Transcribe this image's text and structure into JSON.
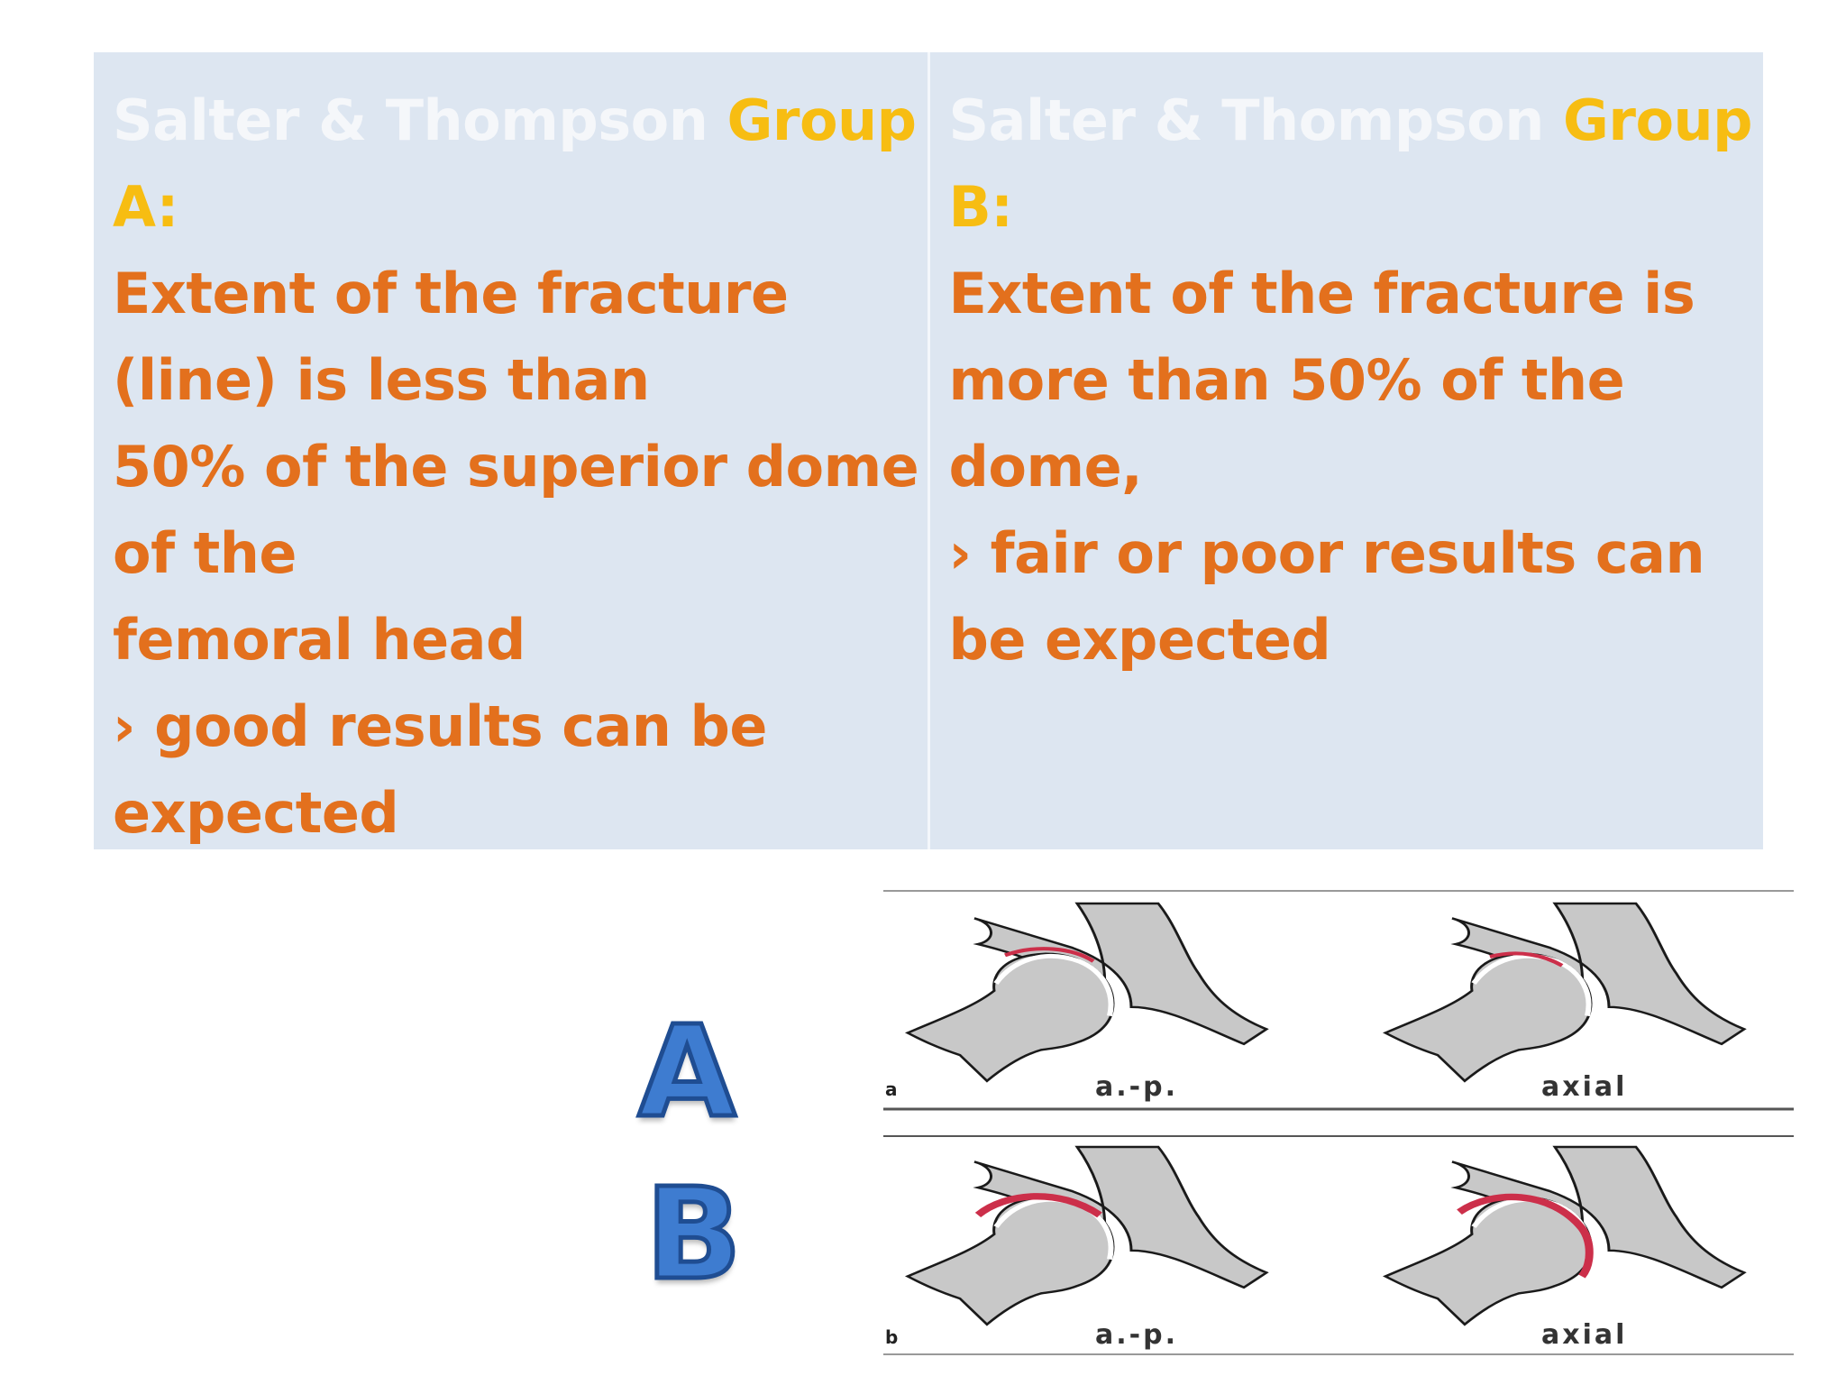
{
  "cells": [
    {
      "heading_main": "Salter & Thompson ",
      "heading_accent": "Group",
      "heading_letter": "A:",
      "lines": [
        "Extent of the fracture",
        "(line) is less than",
        "50% of the superior dome",
        "of the",
        "femoral head",
        "› good results can be",
        "expected"
      ]
    },
    {
      "heading_main": "Salter & Thompson ",
      "heading_accent": "Group",
      "heading_letter": "B:",
      "lines": [
        "Extent of the fracture is",
        "more than 50% of the",
        "dome,",
        "› fair or poor results can",
        "be expected"
      ]
    }
  ],
  "group_letters": [
    "A",
    "B"
  ],
  "figure": {
    "rows": [
      {
        "tag": "a",
        "labels": [
          "a.-p.",
          "axial"
        ]
      },
      {
        "tag": "b",
        "labels": [
          "a.-p.",
          "axial"
        ]
      }
    ]
  },
  "colors": {
    "text": "#e3701d",
    "accent": "#f7bd12",
    "table_bg": "#dde6f1",
    "bone_fill": "#c8c8c8",
    "fracture_line": "#cc2f4a"
  }
}
